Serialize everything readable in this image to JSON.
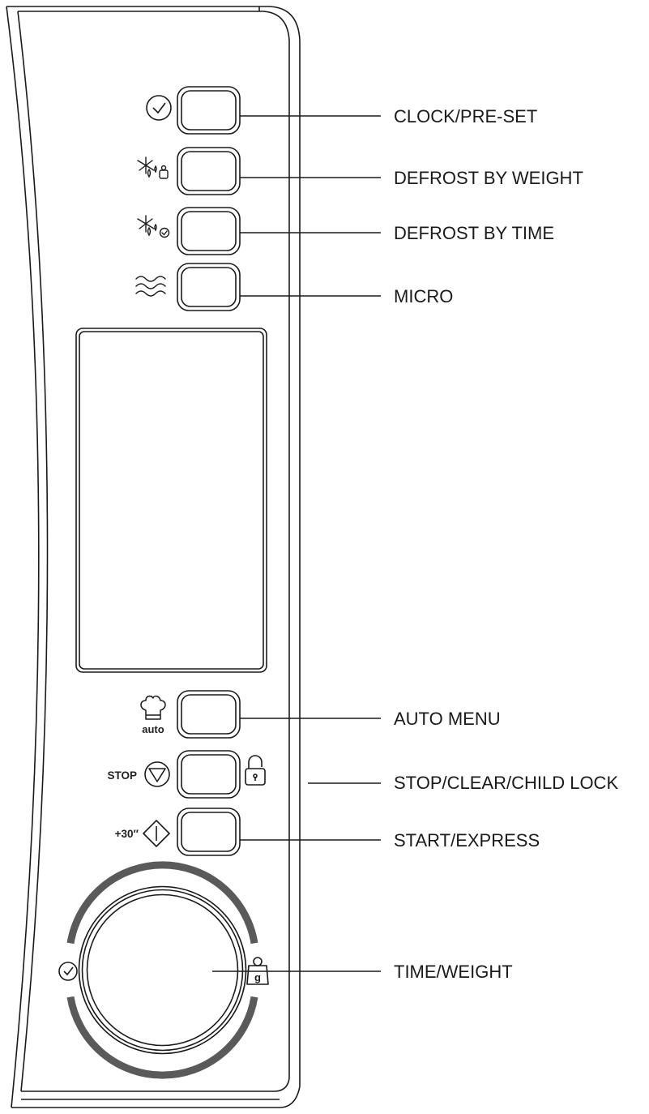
{
  "callouts": {
    "clock_preset": "CLOCK/PRE-SET",
    "defrost_weight": "DEFROST BY WEIGHT",
    "defrost_time": "DEFROST BY TIME",
    "micro": "MICRO",
    "auto_menu": "AUTO MENU",
    "stop_clear_lock": "STOP/CLEAR/CHILD LOCK",
    "start_express": "START/EXPRESS",
    "time_weight": "TIME/WEIGHT"
  },
  "key_text": {
    "auto": "auto",
    "stop": "STOP",
    "plus30": "+30″"
  },
  "icons": {
    "clock": "clock-icon",
    "defrost_weight": "defrost-weight-icon",
    "defrost_time": "defrost-time-icon",
    "micro": "microwave-waves-icon",
    "auto": "chef-hat-icon",
    "stop": "stop-triangle-icon",
    "lock": "padlock-icon",
    "start": "start-diamond-icon",
    "dial_clock": "clock-icon",
    "dial_weight": "weight-icon"
  },
  "colors": {
    "line": "#1a1a1a",
    "dial_ring": "#5a5a5a"
  }
}
